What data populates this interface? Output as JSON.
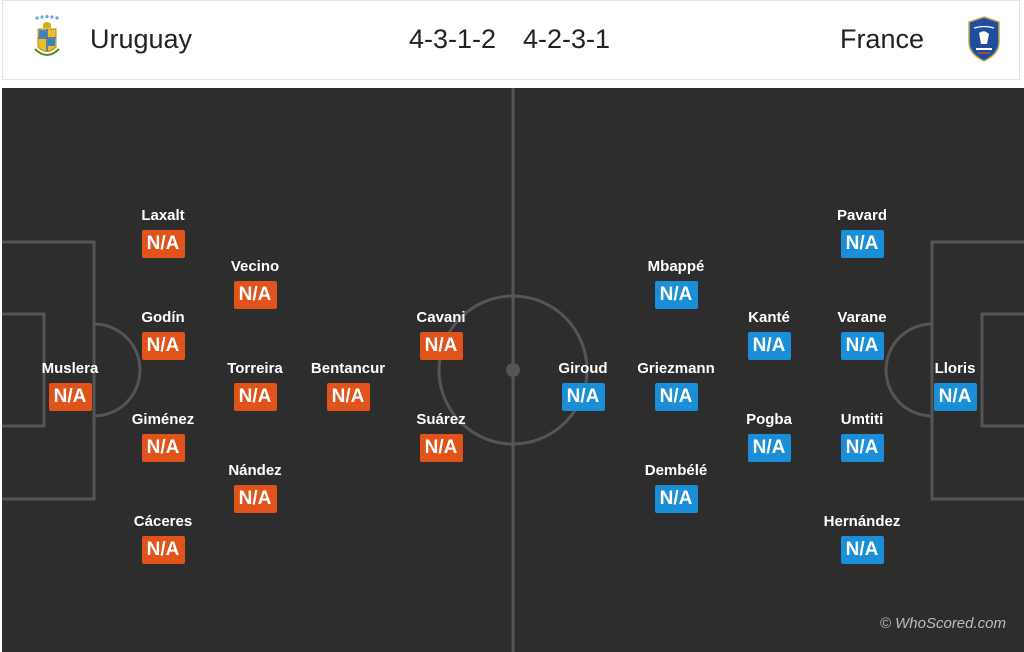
{
  "header": {
    "home": {
      "team": "Uruguay",
      "formation": "4-3-1-2"
    },
    "away": {
      "team": "France",
      "formation": "4-2-3-1"
    }
  },
  "colors": {
    "home_rating_bg": "#e0531b",
    "away_rating_bg": "#1a8fd8",
    "pitch": "#2d2d2d",
    "pitch_lines": "#555555"
  },
  "home_players": [
    {
      "name": "Muslera",
      "rating": "N/A"
    },
    {
      "name": "Laxalt",
      "rating": "N/A"
    },
    {
      "name": "Godín",
      "rating": "N/A"
    },
    {
      "name": "Giménez",
      "rating": "N/A"
    },
    {
      "name": "Cáceres",
      "rating": "N/A"
    },
    {
      "name": "Vecino",
      "rating": "N/A"
    },
    {
      "name": "Torreira",
      "rating": "N/A"
    },
    {
      "name": "Nández",
      "rating": "N/A"
    },
    {
      "name": "Bentancur",
      "rating": "N/A"
    },
    {
      "name": "Cavani",
      "rating": "N/A"
    },
    {
      "name": "Suárez",
      "rating": "N/A"
    }
  ],
  "away_players": [
    {
      "name": "Lloris",
      "rating": "N/A"
    },
    {
      "name": "Pavard",
      "rating": "N/A"
    },
    {
      "name": "Varane",
      "rating": "N/A"
    },
    {
      "name": "Umtiti",
      "rating": "N/A"
    },
    {
      "name": "Hernández",
      "rating": "N/A"
    },
    {
      "name": "Kanté",
      "rating": "N/A"
    },
    {
      "name": "Pogba",
      "rating": "N/A"
    },
    {
      "name": "Mbappé",
      "rating": "N/A"
    },
    {
      "name": "Griezmann",
      "rating": "N/A"
    },
    {
      "name": "Dembélé",
      "rating": "N/A"
    },
    {
      "name": "Giroud",
      "rating": "N/A"
    }
  ],
  "watermark": "© WhoScored.com"
}
